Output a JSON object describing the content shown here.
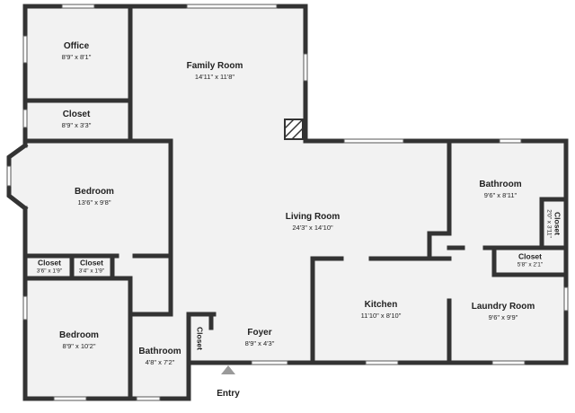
{
  "colors": {
    "floor": "#f2f2f2",
    "wall": "#333333",
    "window": "#ffffff",
    "entry_arrow": "#9a9a9a"
  },
  "rooms": {
    "office": {
      "name": "Office",
      "dims": "8'9\" x 8'1\""
    },
    "family_room": {
      "name": "Family Room",
      "dims": "14'11\" x 11'8\""
    },
    "closet_upper": {
      "name": "Closet",
      "dims": "8'9\" x 3'3\""
    },
    "bedroom_upper": {
      "name": "Bedroom",
      "dims": "13'6\" x 9'8\""
    },
    "living_room": {
      "name": "Living Room",
      "dims": "24'3\" x 14'10\""
    },
    "bathroom_right": {
      "name": "Bathroom",
      "dims": "9'6\" x 8'11\""
    },
    "closet_vertical": {
      "name": "Closet",
      "dims": "2'0\" x 3'11\""
    },
    "closet_a": {
      "name": "Closet",
      "dims": "3'6\" x 1'9\""
    },
    "closet_b": {
      "name": "Closet",
      "dims": "3'4\" x 1'9\""
    },
    "closet_laundry": {
      "name": "Closet",
      "dims": "5'8\" x 2'1\""
    },
    "kitchen": {
      "name": "Kitchen",
      "dims": "11'10\" x 8'10\""
    },
    "laundry_room": {
      "name": "Laundry Room",
      "dims": "9'6\" x 9'9\""
    },
    "bedroom_lower": {
      "name": "Bedroom",
      "dims": "8'9\" x 10'2\""
    },
    "bathroom_lower": {
      "name": "Bathroom",
      "dims": "4'8\" x 7'2\""
    },
    "closet_foyer": {
      "name": "Closet"
    },
    "foyer": {
      "name": "Foyer",
      "dims": "8'9\" x 4'3\""
    }
  },
  "entry": {
    "label": "Entry"
  }
}
